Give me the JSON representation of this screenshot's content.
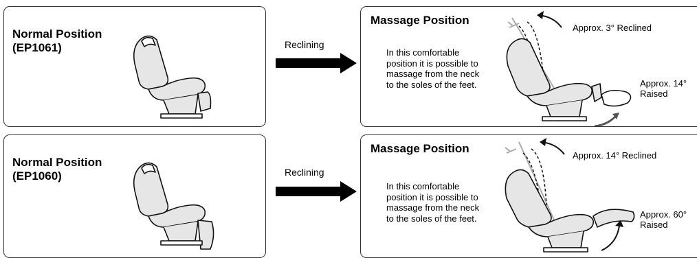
{
  "rows": [
    {
      "normal": {
        "title_line1": "Normal Position",
        "title_line2": "(EP1061)"
      },
      "arrow_label": "Reclining",
      "massage": {
        "title": "Massage Position",
        "description": [
          "In this comfortable",
          "position it is possible to",
          "massage from the neck",
          "to the soles of the feet."
        ],
        "back_note": "Approx. 3° Reclined",
        "leg_note_line1": "Approx. 14°",
        "leg_note_line2": "Raised"
      }
    },
    {
      "normal": {
        "title_line1": "Normal Position",
        "title_line2": "(EP1060)"
      },
      "arrow_label": "Reclining",
      "massage": {
        "title": "Massage Position",
        "description": [
          "In this comfortable",
          "position it is possible to",
          "massage from the neck",
          "to the soles of the feet."
        ],
        "back_note": "Approx. 14° Reclined",
        "leg_note_line1": "Approx. 60°",
        "leg_note_line2": "Raised"
      }
    }
  ],
  "colors": {
    "border": "#333333",
    "arrow": "#000000",
    "rotation_guide": "#aaaaaa",
    "chair_fill": "#e6e6e6"
  }
}
